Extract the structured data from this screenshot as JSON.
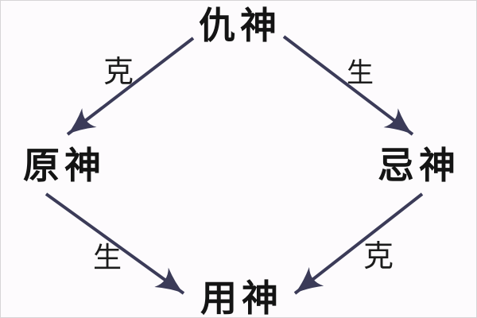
{
  "diagram": {
    "nodes": [
      {
        "id": "chou-shen",
        "label": "仇神",
        "position": "top"
      },
      {
        "id": "yuan-shen",
        "label": "原神",
        "position": "left"
      },
      {
        "id": "ji-shen",
        "label": "忌神",
        "position": "right"
      },
      {
        "id": "yong-shen",
        "label": "用神",
        "position": "bottom"
      }
    ],
    "edges": [
      {
        "from": "仇神",
        "to": "原神",
        "label": "克"
      },
      {
        "from": "仇神",
        "to": "忌神",
        "label": "生"
      },
      {
        "from": "原神",
        "to": "用神",
        "label": "生"
      },
      {
        "from": "忌神",
        "to": "用神",
        "label": "克"
      }
    ],
    "colors": {
      "arrow": "#3b3b58",
      "node_text": "#141414",
      "label_text": "#1c1c1c",
      "background": "#fdfbfd"
    }
  }
}
